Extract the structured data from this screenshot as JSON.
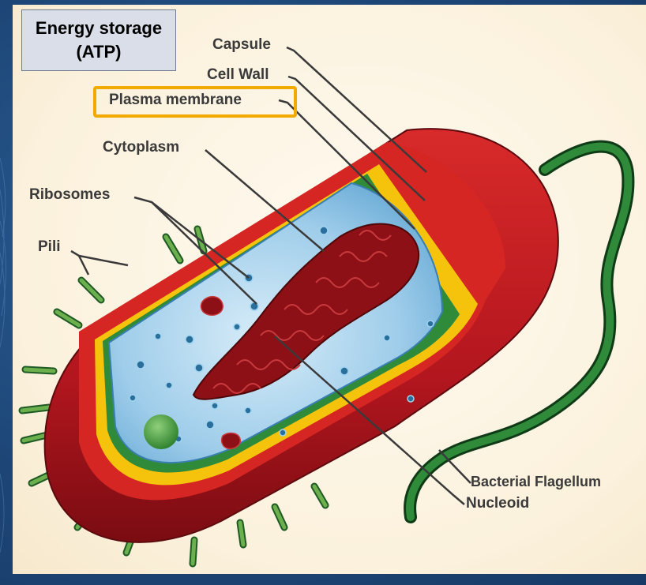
{
  "callout": {
    "line1": "Energy storage",
    "line2": "(ATP)",
    "highlight_color": "#f2a900"
  },
  "labels": {
    "capsule": "Capsule",
    "cell_wall": "Cell Wall",
    "plasma_membrane": "Plasma membrane",
    "cytoplasm": "Cytoplasm",
    "ribosomes": "Ribosomes",
    "pili": "Pili",
    "bacterial_flagellum": "Bacterial Flagellum",
    "nucleoid": "Nucleoid"
  },
  "colors": {
    "capsule": "#b0141d",
    "cell_wall": "#f5c20c",
    "plasma_membrane": "#2f8a3a",
    "cytoplasm": "#a8d3ec",
    "nucleoid": "#8c1015",
    "pili": "#3f8a3c",
    "flagellum": "#256b30",
    "ribosome": "#2a6f9c"
  }
}
